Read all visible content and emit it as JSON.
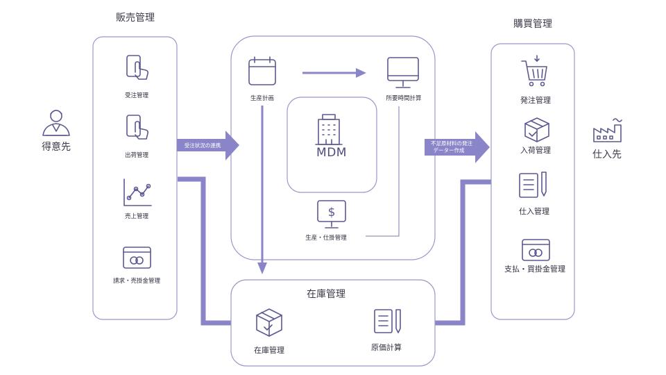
{
  "sections": {
    "sales": "販売管理",
    "purchase": "購買管理",
    "inventory": "在庫管理"
  },
  "actors": {
    "customer": "得意先",
    "supplier": "仕入先"
  },
  "sales_items": [
    "受注管理",
    "出荷管理",
    "売上管理",
    "請求・売掛金管理"
  ],
  "production_items": {
    "plan": "生産計画",
    "time_calc": "所要時間計算",
    "mdm": "MDM",
    "cost_mgmt": "生産・仕掛管理"
  },
  "purchase_items": [
    "発注管理",
    "入荷管理",
    "仕入管理",
    "支払・買掛金管理"
  ],
  "inventory_items": {
    "stock": "在庫管理",
    "cost": "原価計算"
  },
  "flows": {
    "order_link": "受注状況の連携",
    "shortage_line1": "不足原材料の発注",
    "shortage_line2": "データー作成"
  },
  "colors": {
    "accent": "#8a85c8",
    "border": "#9a98c9",
    "icon": "#5a5890",
    "text": "#333344"
  }
}
